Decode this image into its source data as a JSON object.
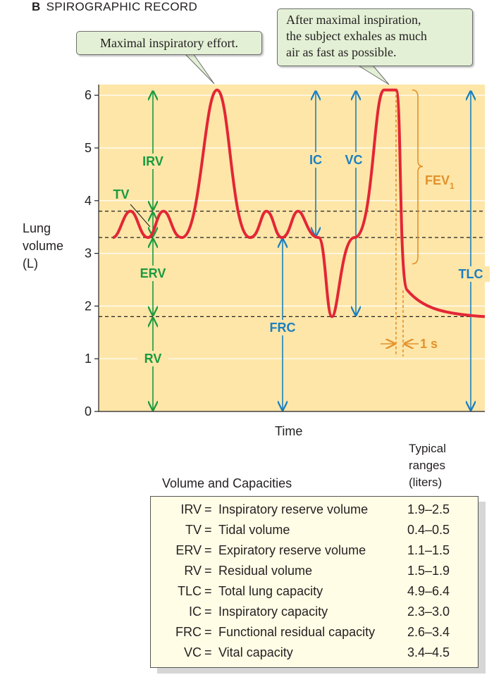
{
  "panel": {
    "letter": "B",
    "title": "SPIROGRAPHIC RECORD"
  },
  "callouts": {
    "peak": "Maximal inspiratory effort.",
    "forced_line1": "After maximal inspiration,",
    "forced_line2": "the subject exhales as much",
    "forced_line3": "air as fast as possible."
  },
  "chart_data": {
    "type": "line",
    "title": "SPIROGRAPHIC RECORD",
    "xlabel": "Time",
    "ylabel_lines": [
      "Lung",
      "volume",
      "(L)"
    ],
    "ylim": [
      0,
      6.2
    ],
    "yticks": [
      0,
      1,
      2,
      3,
      4,
      5,
      6
    ],
    "grid": "horizontal",
    "reference_levels": [
      {
        "name": "end-inspiratory tidal level",
        "y": 3.8
      },
      {
        "name": "resting expiratory level (FRC)",
        "y": 3.3
      },
      {
        "name": "residual volume level",
        "y": 1.8
      }
    ],
    "series": [
      {
        "name": "Lung volume",
        "description": "tidal breaths between 3.3 and 3.8 L, maximal inspiration to 6 L, maximal expiration to 1.8 L, forced expiration from 6 L to residual volume",
        "key_values": {
          "tidal_min": 3.3,
          "tidal_max": 3.8,
          "max": 6.1,
          "min": 1.8
        }
      }
    ],
    "annotations": [
      {
        "label": "IRV",
        "from": 3.8,
        "to": 6.1,
        "color": "#1a9a3f"
      },
      {
        "label": "TV",
        "from": 3.3,
        "to": 3.8,
        "color": "#1a9a3f"
      },
      {
        "label": "ERV",
        "from": 1.8,
        "to": 3.3,
        "color": "#1a9a3f"
      },
      {
        "label": "RV",
        "from": 0,
        "to": 1.8,
        "color": "#1a9a3f"
      },
      {
        "label": "IC",
        "from": 3.3,
        "to": 6.1,
        "color": "#1b7fc0"
      },
      {
        "label": "VC",
        "from": 1.8,
        "to": 6.1,
        "color": "#1b7fc0"
      },
      {
        "label": "FRC",
        "from": 0,
        "to": 3.3,
        "color": "#1b7fc0"
      },
      {
        "label": "TLC",
        "from": 0,
        "to": 6.1,
        "color": "#1b7fc0"
      },
      {
        "label": "FEV",
        "subscript": "1",
        "from": 2.8,
        "to": 6.1,
        "color": "#e3922b"
      },
      {
        "label": "1 s",
        "color": "#e3922b"
      }
    ]
  },
  "colors": {
    "plot_bg": "#fde6a8",
    "curve": "#e32636",
    "green": "#1a9a3f",
    "blue": "#1b7fc0",
    "orange": "#e3922b"
  },
  "table": {
    "header_left": "Volume and Capacities",
    "header_right_lines": [
      "Typical",
      "ranges",
      "(liters)"
    ],
    "rows": [
      {
        "abbr": "IRV",
        "desc": "Inspiratory reserve volume",
        "range": "1.9–2.5"
      },
      {
        "abbr": "TV",
        "desc": "Tidal volume",
        "range": "0.4–0.5"
      },
      {
        "abbr": "ERV",
        "desc": "Expiratory reserve volume",
        "range": "1.1–1.5"
      },
      {
        "abbr": "RV",
        "desc": "Residual volume",
        "range": "1.5–1.9"
      },
      {
        "abbr": "TLC",
        "desc": "Total lung capacity",
        "range": "4.9–6.4"
      },
      {
        "abbr": "IC",
        "desc": "Inspiratory capacity",
        "range": "2.3–3.0"
      },
      {
        "abbr": "FRC",
        "desc": "Functional residual capacity",
        "range": "2.6–3.4"
      },
      {
        "abbr": "VC",
        "desc": "Vital capacity",
        "range": "3.4–4.5"
      }
    ]
  }
}
